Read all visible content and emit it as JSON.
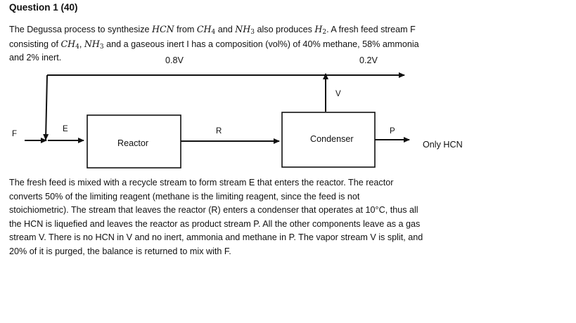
{
  "question": {
    "title": "Question 1 (40)"
  },
  "intro": {
    "t1": "The Degussa process to synthesize ",
    "hcn": "HCN",
    "t2": " from ",
    "ch4": "CH",
    "ch4_sub": "4",
    "t3": " and ",
    "nh3": "NH",
    "nh3_sub": "3",
    "t4": " also produces ",
    "h2": "H",
    "h2_sub": "2",
    "t5": ". A fresh feed stream F",
    "t6": "consisting of ",
    "ch4b": "CH",
    "ch4b_sub": "4",
    "t7": ", ",
    "nh3b": "NH",
    "nh3b_sub": "3",
    "t8": " and a gaseous inert I has a composition (vol%) of 40% methane, 58% ammonia",
    "t9": "and 2% inert."
  },
  "diagram": {
    "split_recycle_label": "0.8V",
    "split_purge_label": "0.2V",
    "stream_v": "V",
    "stream_f": "F",
    "stream_e": "E",
    "stream_r": "R",
    "stream_p": "P",
    "reactor_label": "Reactor",
    "condenser_label": "Condenser",
    "product_label": "Only HCN"
  },
  "body": {
    "lines": [
      "The fresh feed is mixed with a recycle stream to form stream E that enters the reactor. The reactor",
      "converts 50% of the limiting reagent (methane is the limiting reagent, since the feed is not",
      "stoichiometric). The stream that leaves the reactor (R) enters a condenser that operates at 10°C, thus all",
      "the HCN is liquefied and leaves the reactor as product stream P. All the other components leave as a gas",
      "stream V. There is no HCN in V and no inert, ammonia and methane in P. The vapor stream V is split, and",
      "20% of it is purged, the balance is returned to mix with F."
    ]
  }
}
